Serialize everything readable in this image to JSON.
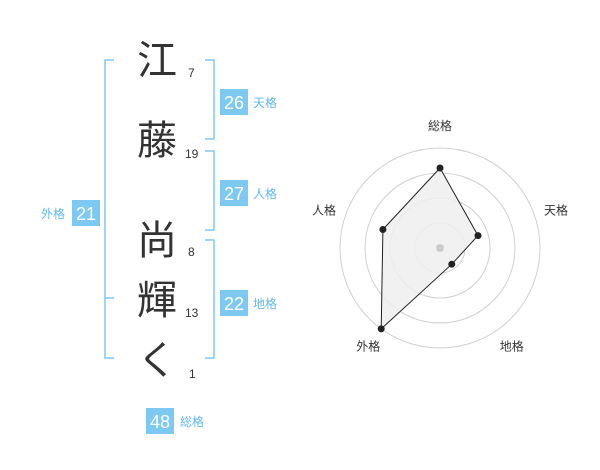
{
  "name": {
    "chars": [
      {
        "char": "江",
        "strokes": "7"
      },
      {
        "char": "藤",
        "strokes": "19"
      },
      {
        "char": "尚",
        "strokes": "8"
      },
      {
        "char": "輝",
        "strokes": "13"
      },
      {
        "char": "く",
        "strokes": "1"
      }
    ]
  },
  "fortune": {
    "tenkaku": {
      "value": "26",
      "label": "天格"
    },
    "jinkaku": {
      "value": "27",
      "label": "人格"
    },
    "chikaku": {
      "value": "22",
      "label": "地格"
    },
    "gaikaku": {
      "value": "21",
      "label": "外格"
    },
    "soukaku": {
      "value": "48",
      "label": "総格"
    }
  },
  "colors": {
    "accent": "#7ec9f2",
    "accent_text": "#5fb8ec",
    "text": "#333333",
    "grid": "#d0d0d0",
    "radar_fill": "#efefef"
  },
  "chart_data": {
    "type": "radar",
    "axes": [
      "総格",
      "天格",
      "地格",
      "外格",
      "人格"
    ],
    "values": [
      4,
      2,
      1,
      5,
      3
    ],
    "rlim": [
      0,
      5
    ],
    "rings": 4
  }
}
